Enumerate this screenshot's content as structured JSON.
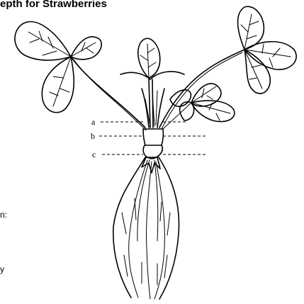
{
  "title": "epth for Strawberries",
  "labels": {
    "a": "a",
    "b": "b",
    "c": "c"
  },
  "side_text": {
    "line1": "n:",
    "line2": "y"
  }
}
